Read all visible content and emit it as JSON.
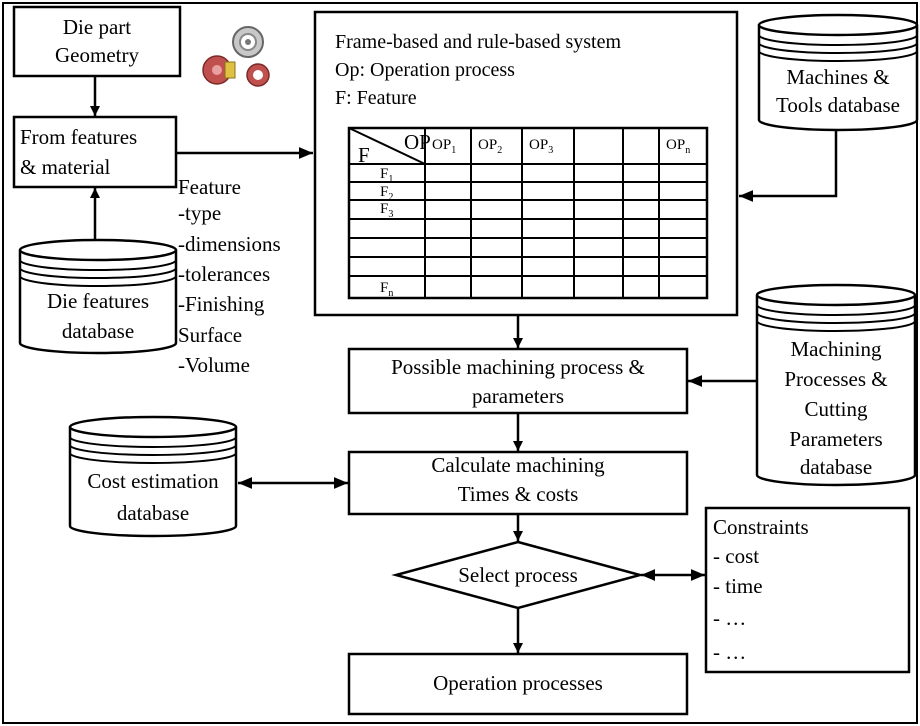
{
  "die_part": {
    "line1": "Die part",
    "line2": "Geometry"
  },
  "from_features": {
    "line1": "From features",
    "line2": "& material"
  },
  "feature_list": [
    "Feature",
    "-type",
    "-dimensions",
    "-tolerances",
    "-Finishing",
    "Surface",
    "-Volume"
  ],
  "die_features_db": {
    "line1": "Die features",
    "line2": "database"
  },
  "frame_system": {
    "line1": "Frame-based and rule-based system",
    "line2": "Op: Operation process",
    "line3": "F: Feature"
  },
  "matrix": {
    "corner_op": "OP",
    "corner_f": "F",
    "op_headers": [
      {
        "base": "OP",
        "sub": "1"
      },
      {
        "base": "OP",
        "sub": "2"
      },
      {
        "base": "OP",
        "sub": "3"
      },
      {
        "base": "",
        "sub": ""
      },
      {
        "base": "",
        "sub": ""
      },
      {
        "base": "OP",
        "sub": "n"
      }
    ],
    "feature_rows": [
      {
        "base": "F",
        "sub": "1"
      },
      {
        "base": "F",
        "sub": "2"
      },
      {
        "base": "F",
        "sub": "3"
      },
      {
        "base": "",
        "sub": ""
      },
      {
        "base": "",
        "sub": ""
      },
      {
        "base": "",
        "sub": ""
      },
      {
        "base": "F",
        "sub": "n"
      }
    ]
  },
  "machines_db": {
    "line1": "Machines &",
    "line2": "Tools database"
  },
  "possible_process": {
    "line1": "Possible machining process &",
    "line2": "parameters"
  },
  "machining_db": {
    "lines": [
      "Machining",
      "Processes &",
      "Cutting",
      "Parameters",
      "database"
    ]
  },
  "calculate": {
    "line1": "Calculate machining",
    "line2": "Times & costs"
  },
  "cost_db": {
    "line1": "Cost estimation",
    "line2": "database"
  },
  "select": {
    "label": "Select process"
  },
  "constraints": {
    "lines": [
      "Constraints",
      "- cost",
      "- time",
      "- …",
      "- …"
    ]
  },
  "operation_processes": {
    "label": "Operation processes"
  }
}
